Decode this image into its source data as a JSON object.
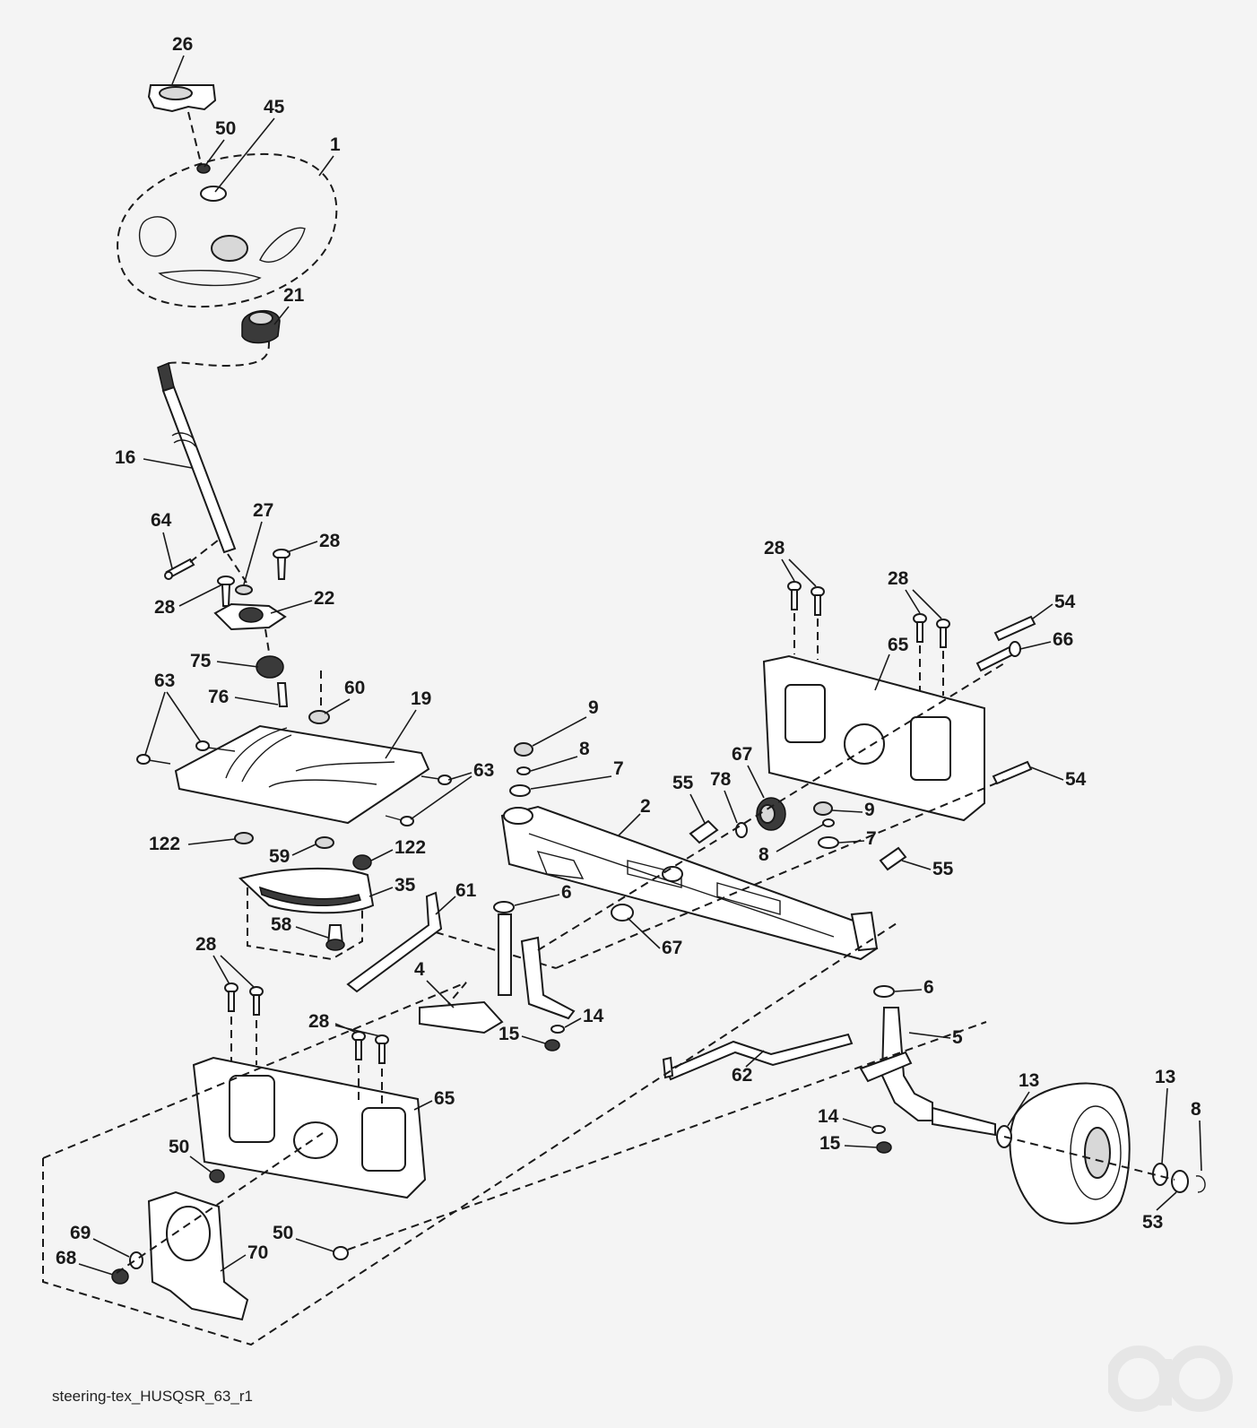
{
  "footer": {
    "drawing_code": "steering-tex_HUSQSR_63_r1"
  },
  "callouts": [
    "26",
    "45",
    "50",
    "1",
    "21",
    "16",
    "64",
    "27",
    "28",
    "28",
    "22",
    "75",
    "76",
    "60",
    "19",
    "63",
    "63",
    "122",
    "59",
    "122",
    "35",
    "61",
    "58",
    "9",
    "8",
    "7",
    "2",
    "55",
    "78",
    "67",
    "28",
    "28",
    "54",
    "66",
    "65",
    "54",
    "9",
    "8",
    "7",
    "55",
    "6",
    "67",
    "28",
    "4",
    "28",
    "14",
    "15",
    "6",
    "5",
    "62",
    "65",
    "13",
    "13",
    "8",
    "50",
    "14",
    "15",
    "53",
    "50",
    "69",
    "68",
    "70"
  ]
}
